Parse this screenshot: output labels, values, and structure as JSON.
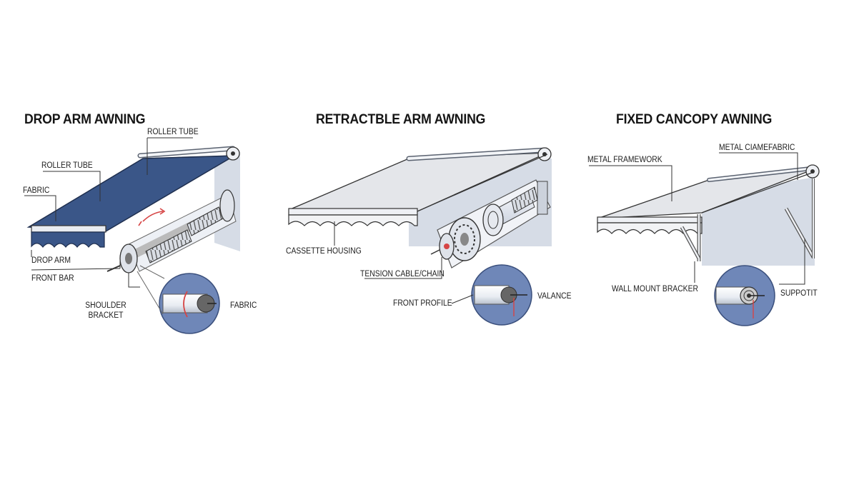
{
  "panels": [
    {
      "title": "DROP ARM AWNING",
      "labels": {
        "roller_tube_top": "ROLLER TUBE",
        "roller_tube": "ROLLER TUBE",
        "fabric": "FABRIC",
        "drop_arm": "DROP ARM",
        "front_bar": "FRONT BAR",
        "shoulder_bracket": "SHOULDER BRACKET",
        "fabric_detail": "FABRIC"
      }
    },
    {
      "title": "RETRACTBLE ARM AWNING",
      "labels": {
        "cassette_housing": "CASSETTE HOUSING",
        "tension_cable": "TENSION CABLE/CHAIN",
        "front_profile": "FRONT PROFILE",
        "valance": "VALANCE"
      }
    },
    {
      "title": "FIXED CANCOPY AWNING",
      "labels": {
        "metal_framework": "METAL FRAMEWORK",
        "metal_ciamefabric": "METAL CIAMEFABRIC",
        "wall_mount": "WALL MOUNT BRACKER",
        "support": "SUPPOTIT"
      }
    }
  ],
  "colors": {
    "fabric_blue": "#3a5688",
    "fabric_grey": "#e4e6ea",
    "wall": "#d6dce6",
    "detail_circle": "#6f87b8",
    "accent_red": "#d64545"
  }
}
